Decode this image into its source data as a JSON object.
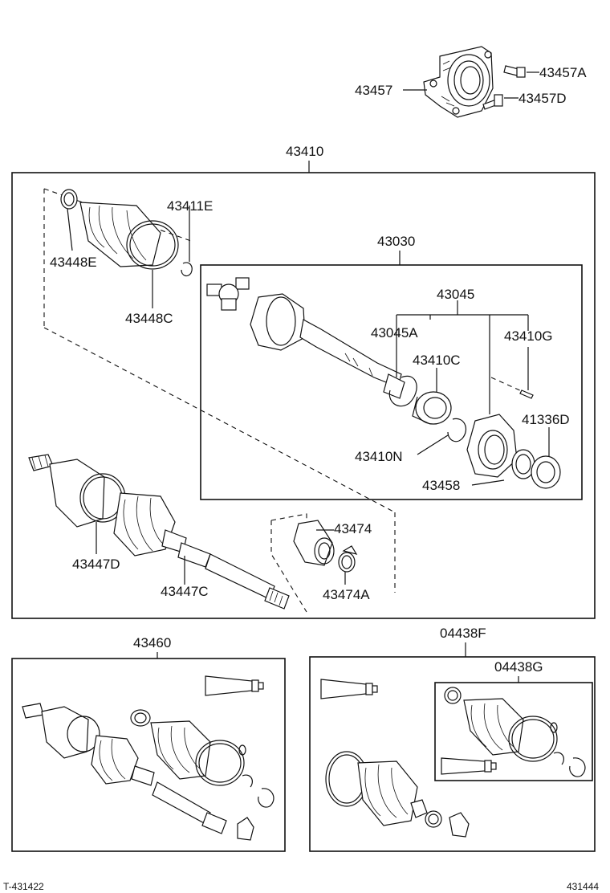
{
  "callouts": {
    "p43457": "43457",
    "p43457A": "43457A",
    "p43457D": "43457D",
    "p43410": "43410",
    "p43411E": "43411E",
    "p43448E": "43448E",
    "p43448C": "43448C",
    "p43030": "43030",
    "p43045": "43045",
    "p43045A": "43045A",
    "p43410G": "43410G",
    "p43410C": "43410C",
    "p41336D": "41336D",
    "p43410N": "43410N",
    "p43458": "43458",
    "p43474": "43474",
    "p43474A": "43474A",
    "p43447D": "43447D",
    "p43447C": "43447C",
    "p43460": "43460",
    "p04438F": "04438F",
    "p04438G": "04438G"
  },
  "footer": {
    "left_ref": "T-431422",
    "right_ref": "431444"
  }
}
